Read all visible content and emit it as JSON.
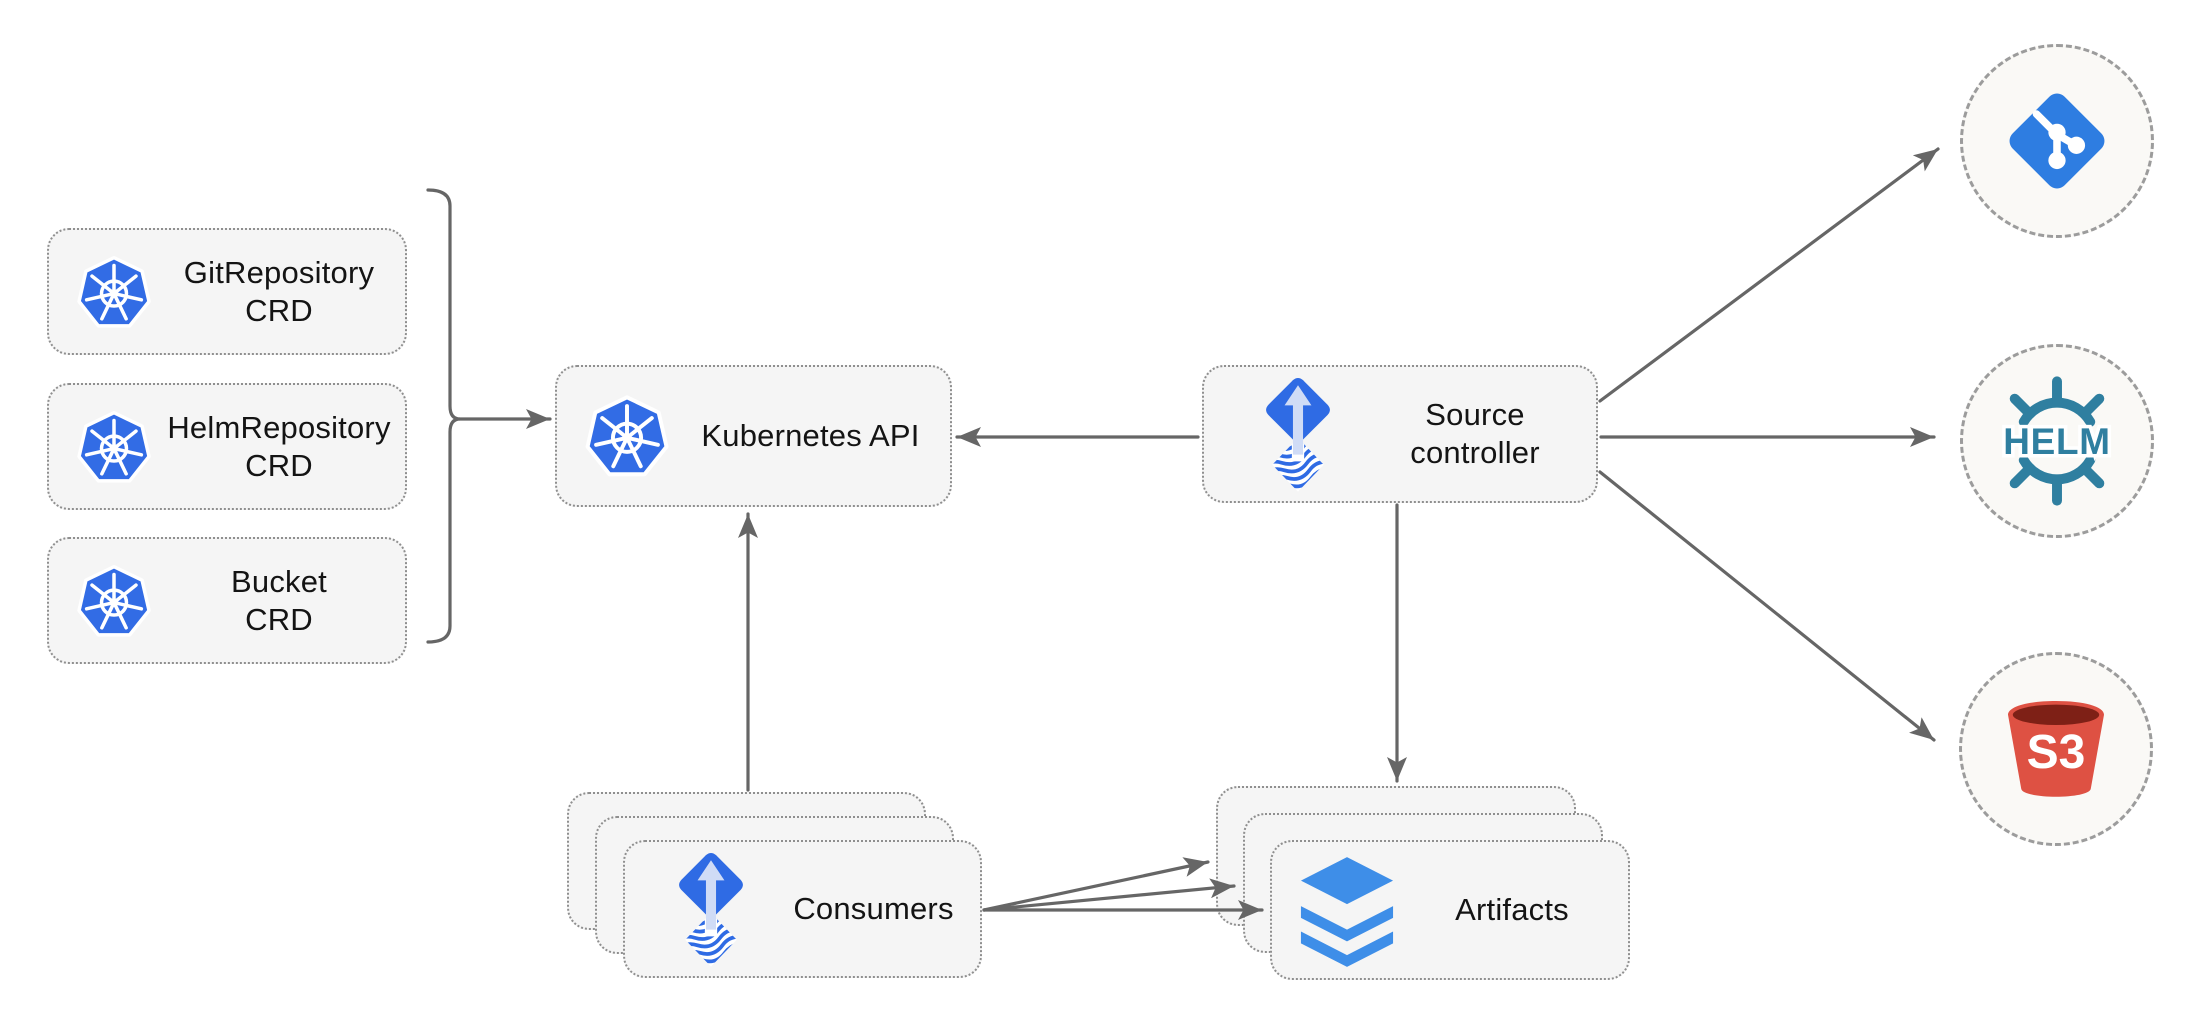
{
  "diagram_type": "flux-source-controller-architecture",
  "colors": {
    "background": "#FFFFFF",
    "node_fill": "#F5F5F5",
    "node_border": "#8F8F8F",
    "circle_fill": "#FAF9F6",
    "circle_border": "#9C9C9C",
    "line_gray": "#666666",
    "kubernetes_blue": "#326CE5",
    "flux_blue": "#2F6BE4",
    "flux_arrow_light": "#D0DCF6",
    "git_blue": "#2E7DE1",
    "helm_teal": "#2F7FA0",
    "s3_red": "#DE5143",
    "s3_dark_red": "#7E2016",
    "layers_blue": "#3E8EE8"
  },
  "crd_boxes": [
    {
      "lines": [
        "GitRepository",
        "CRD"
      ],
      "icon": "kubernetes-icon"
    },
    {
      "lines": [
        "HelmRepository",
        "CRD"
      ],
      "icon": "kubernetes-icon"
    },
    {
      "lines": [
        "Bucket",
        "CRD"
      ],
      "icon": "kubernetes-icon"
    }
  ],
  "nodes": {
    "kubernetes_api": {
      "label": "Kubernetes API",
      "icon": "kubernetes-icon"
    },
    "source_controller": {
      "lines": [
        "Source",
        "controller"
      ],
      "icon": "flux-icon"
    },
    "consumers": {
      "label": "Consumers",
      "icon": "flux-icon",
      "stacked": "3"
    },
    "artifacts": {
      "label": "Artifacts",
      "icon": "layers-icon",
      "stacked": "3"
    }
  },
  "external_targets": {
    "git": {
      "icon": "git-icon"
    },
    "helm": {
      "icon": "helm-icon",
      "logo_text": "HELM"
    },
    "s3": {
      "icon": "s3-bucket-icon",
      "logo_text": "S3"
    }
  },
  "connectors": [
    "crds-to-kubernetes-api",
    "consumers-to-kubernetes-api",
    "source-controller-to-kubernetes-api",
    "source-controller-to-artifacts",
    "source-controller-to-git",
    "source-controller-to-helm",
    "source-controller-to-s3",
    "consumers-to-artifacts-back",
    "consumers-to-artifacts-middle",
    "consumers-to-artifacts-front"
  ]
}
